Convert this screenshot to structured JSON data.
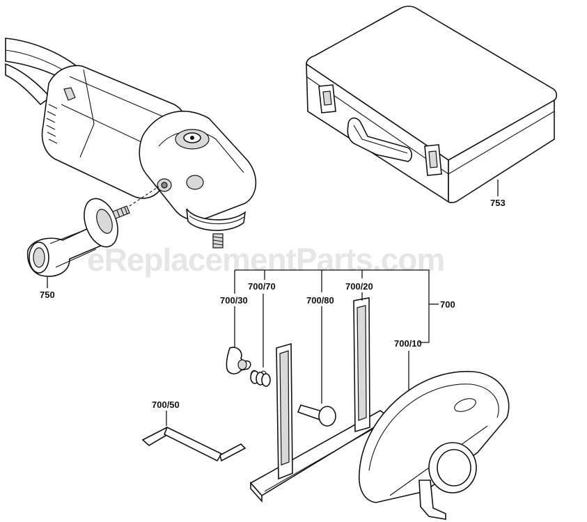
{
  "watermark": "eReplacementParts.com",
  "parts": {
    "grinder": "",
    "side_handle": "750",
    "carrying_case": "753",
    "cutting_guard_set": "700",
    "guard": "700/10",
    "stand": "700/20",
    "wing_nut": "700/30",
    "spring": "700/70",
    "bolt": "700/80",
    "wrench": "700/50"
  }
}
